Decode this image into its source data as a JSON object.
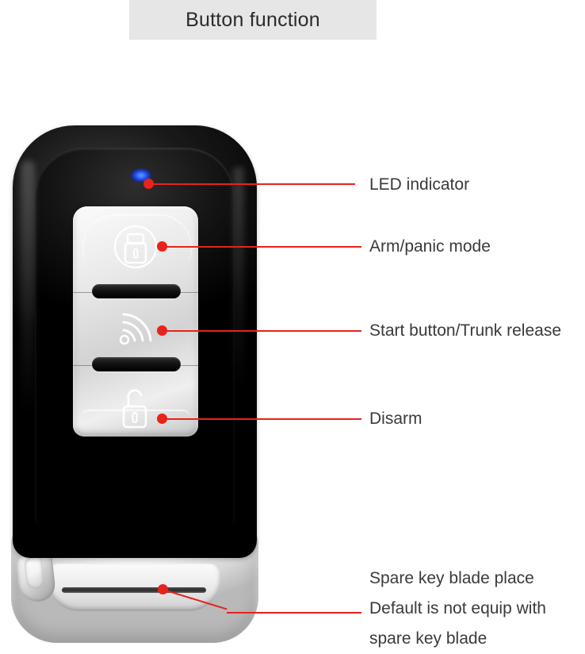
{
  "header": {
    "title": "Button function",
    "banner_color": "#e6e6e6"
  },
  "colors": {
    "callout": "#e8221c",
    "text": "#3a3a3a",
    "led": "#1c4df0",
    "body": "#0a0a0a",
    "panel": "#d9d9d9"
  },
  "device": {
    "name": "smart-key-fob",
    "led_indicator_color": "#1c4df0",
    "buttons": [
      {
        "id": "arm",
        "icon": "padlock-closed-icon",
        "label": "Arm/panic mode"
      },
      {
        "id": "start",
        "icon": "signal-waves-icon",
        "label": "Start button/Trunk release"
      },
      {
        "id": "disarm",
        "icon": "padlock-open-icon",
        "label": "Disarm"
      }
    ]
  },
  "callouts": [
    {
      "id": "led",
      "label": "LED indicator"
    },
    {
      "id": "arm",
      "label": "Arm/panic mode"
    },
    {
      "id": "start",
      "label": "Start button/Trunk release"
    },
    {
      "id": "disarm",
      "label": "Disarm"
    },
    {
      "id": "blade",
      "line1": "Spare key blade place",
      "line2": "Default is not equip with",
      "line3": "spare key blade"
    }
  ]
}
